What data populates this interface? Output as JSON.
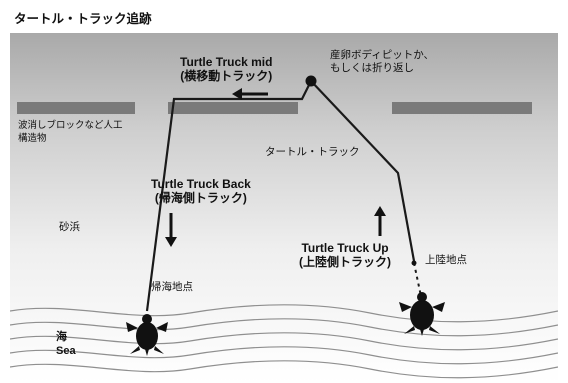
{
  "title": "タートル・トラック追跡",
  "labels": {
    "seawall": [
      "波消しブロックなど人工",
      "構造物"
    ],
    "mid": [
      "Turtle Truck mid",
      "(横移動トラック)"
    ],
    "nesting": [
      "産卵ボディピットか、",
      "もしくは折り返し"
    ],
    "track": "タートル・トラック",
    "back": [
      "Turtle Truck Back",
      "(帰海側トラック)"
    ],
    "up": [
      "Turtle Truck Up",
      "(上陸側トラック)"
    ],
    "beach": "砂浜",
    "return_point": "帰海地点",
    "landing_point": "上陸地点",
    "sea": [
      "海",
      "Sea"
    ]
  },
  "icons": [
    "arrow-left-icon",
    "arrow-down-icon",
    "arrow-up-icon",
    "turtle-icon"
  ]
}
